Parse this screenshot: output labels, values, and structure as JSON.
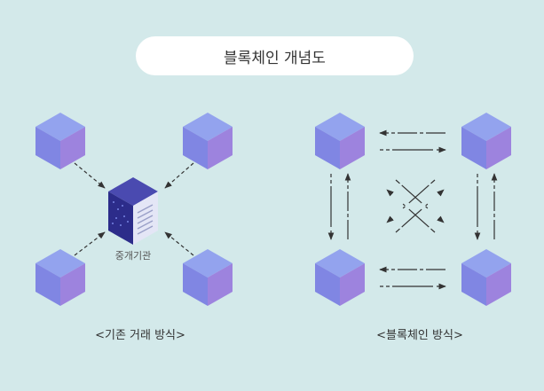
{
  "title": "블록체인 개념도",
  "left_panel": {
    "caption": "<기존 거래 방식>",
    "server_label": "중개기관"
  },
  "right_panel": {
    "caption": "<블록체인 방식>"
  },
  "colors": {
    "background": "#d3e9ea",
    "pill": "#ffffff",
    "cube_top": "#8fa0ee",
    "cube_left": "#7b7ee0",
    "cube_right": "#9a80dc",
    "server_dark": "#2c2c8a",
    "server_light": "#e4e6f6",
    "arrow": "#333333"
  }
}
